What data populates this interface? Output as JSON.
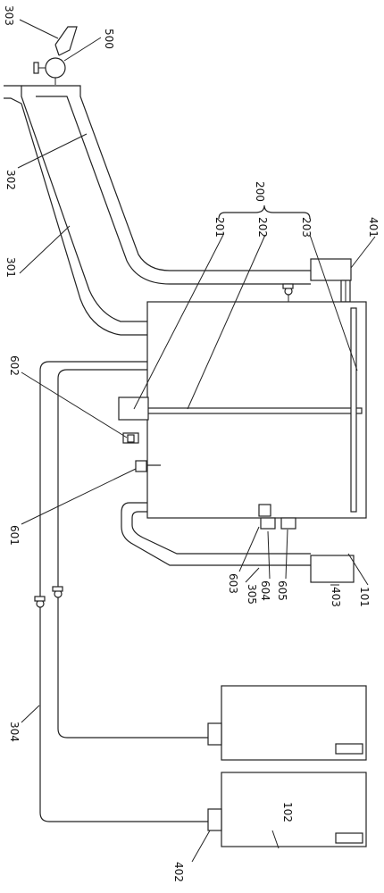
{
  "labels": {
    "l303": "303",
    "l500": "500",
    "l302": "302",
    "l301": "301",
    "l200": "200",
    "l201": "201",
    "l202": "202",
    "l203": "203",
    "l401": "401",
    "l602": "602",
    "l601": "601",
    "l603": "603",
    "l604": "604",
    "l605": "605",
    "l305": "305",
    "l403": "403",
    "l101": "101",
    "l304": "304",
    "l402": "402",
    "l102": "102"
  }
}
